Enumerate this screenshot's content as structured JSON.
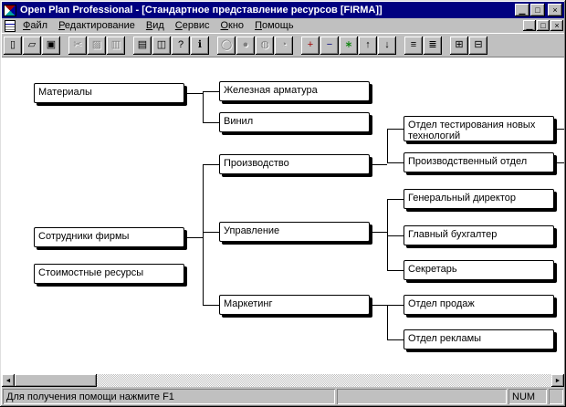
{
  "colors": {
    "titlebar": "#000080",
    "chrome": "#c0c0c0",
    "canvas": "#ffffff"
  },
  "titlebar": {
    "title": "Open Plan Professional - [Стандартное представление ресурсов [FIRMA]]",
    "minimize": "▁",
    "maximize": "□",
    "close": "×"
  },
  "menubar": {
    "items": [
      "Файл",
      "Редактирование",
      "Вид",
      "Сервис",
      "Окно",
      "Помощь"
    ],
    "child_minimize": "▁",
    "child_restore": "□",
    "child_close": "×"
  },
  "toolbar": {
    "groups": [
      {
        "buttons": [
          {
            "name": "new-button",
            "icon": "new-document-icon",
            "glyph": "▯"
          },
          {
            "name": "open-button",
            "icon": "open-folder-icon",
            "glyph": "▱"
          },
          {
            "name": "save-button",
            "icon": "floppy-disk-icon",
            "glyph": "▣"
          }
        ]
      },
      {
        "buttons": [
          {
            "name": "cut-button",
            "icon": "scissors-icon",
            "glyph": "✂",
            "disabled": true
          },
          {
            "name": "copy-button",
            "icon": "copy-icon",
            "glyph": "▨",
            "disabled": true
          },
          {
            "name": "paste-button",
            "icon": "paste-icon",
            "glyph": "▥",
            "disabled": true
          }
        ]
      },
      {
        "buttons": [
          {
            "name": "print-button",
            "icon": "printer-icon",
            "glyph": "▤"
          },
          {
            "name": "print-preview-button",
            "icon": "preview-page-icon",
            "glyph": "◫"
          },
          {
            "name": "help-button",
            "icon": "question-mark-icon",
            "glyph": "?"
          },
          {
            "name": "context-help-button",
            "icon": "info-icon",
            "glyph": "ℹ"
          }
        ]
      },
      {
        "buttons": [
          {
            "name": "ellipse-tool-button",
            "icon": "ellipse-icon",
            "glyph": "◯",
            "disabled": true
          },
          {
            "name": "filled-circle-tool-button",
            "icon": "filled-circle-icon",
            "glyph": "●",
            "disabled": true
          },
          {
            "name": "half-circle-tool-button",
            "icon": "half-circle-icon",
            "glyph": "◍",
            "disabled": true
          },
          {
            "name": "quarter-circle-tool-button",
            "icon": "quarter-circle-icon",
            "glyph": "◔",
            "disabled": true
          }
        ]
      },
      {
        "buttons": [
          {
            "name": "add-resource-button",
            "icon": "plus-icon",
            "glyph": "+",
            "color": "#a00000"
          },
          {
            "name": "remove-resource-button",
            "icon": "minus-icon",
            "glyph": "−",
            "color": "#000080"
          },
          {
            "name": "insert-resource-button",
            "icon": "asterisk-icon",
            "glyph": "∗",
            "color": "#008000"
          },
          {
            "name": "move-up-button",
            "icon": "arrow-up-icon",
            "glyph": "↑"
          },
          {
            "name": "move-down-button",
            "icon": "arrow-down-icon",
            "glyph": "↓"
          }
        ]
      },
      {
        "buttons": [
          {
            "name": "outline-view-button",
            "icon": "outline-lines-icon",
            "glyph": "≡"
          },
          {
            "name": "detail-view-button",
            "icon": "detail-lines-icon",
            "glyph": "≣"
          }
        ]
      },
      {
        "buttons": [
          {
            "name": "table-view-button",
            "icon": "grid-plus-icon",
            "glyph": "⊞"
          },
          {
            "name": "chart-view-button",
            "icon": "grid-minus-icon",
            "glyph": "⊟"
          }
        ]
      }
    ]
  },
  "tree": {
    "roots": [
      {
        "label": "Материалы",
        "children": [
          {
            "label": "Железная арматура"
          },
          {
            "label": "Винил"
          }
        ]
      },
      {
        "label": "Сотрудники фирмы",
        "children": [
          {
            "label": "Производство",
            "children": [
              {
                "label": "Отдел тестирования новых технологий",
                "continues_offscreen": true
              },
              {
                "label": "Производственный отдел",
                "continues_offscreen": true
              }
            ]
          },
          {
            "label": "Управление",
            "children": [
              {
                "label": "Генеральный директор"
              },
              {
                "label": "Главный бухгалтер"
              },
              {
                "label": "Секретарь"
              }
            ]
          },
          {
            "label": "Маркетинг",
            "children": [
              {
                "label": "Отдел продаж"
              },
              {
                "label": "Отдел рекламы"
              }
            ]
          }
        ]
      },
      {
        "label": "Стоимостные ресурсы"
      }
    ]
  },
  "scrollbar": {
    "left_arrow": "◄",
    "right_arrow": "►"
  },
  "statusbar": {
    "help_text": "Для получения помощи нажмите F1",
    "num_indicator": "NUM"
  }
}
